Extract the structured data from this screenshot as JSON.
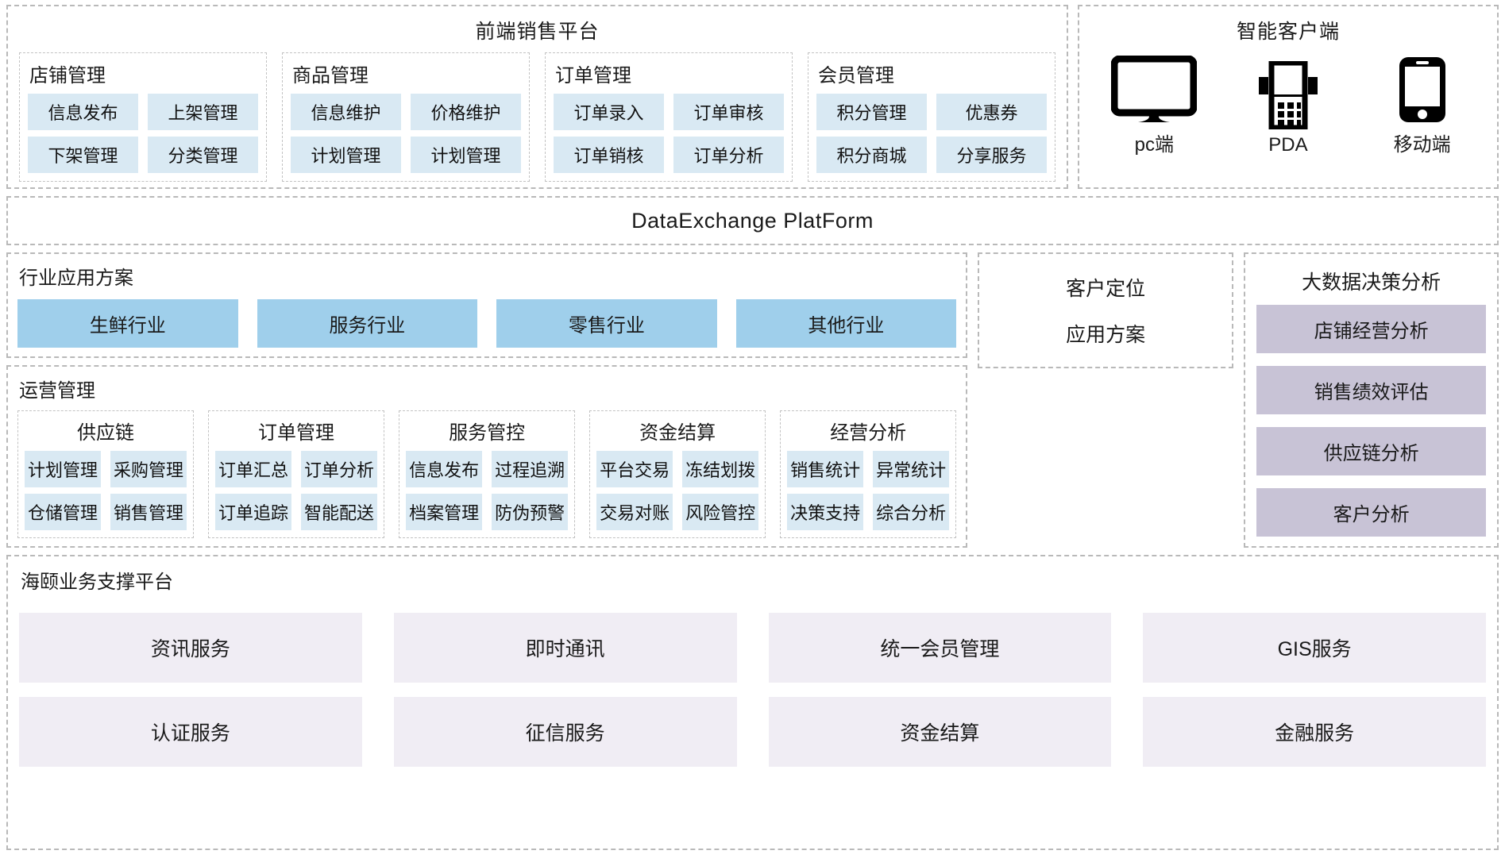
{
  "frontend": {
    "title": "前端销售平台",
    "groups": [
      {
        "title": "店铺管理",
        "items": [
          "信息发布",
          "上架管理",
          "下架管理",
          "分类管理"
        ]
      },
      {
        "title": "商品管理",
        "items": [
          "信息维护",
          "价格维护",
          "计划管理",
          "计划管理"
        ]
      },
      {
        "title": "订单管理",
        "items": [
          "订单录入",
          "订单审核",
          "订单销核",
          "订单分析"
        ]
      },
      {
        "title": "会员管理",
        "items": [
          "积分管理",
          "优惠券",
          "积分商城",
          "分享服务"
        ]
      }
    ]
  },
  "clients": {
    "title": "智能客户端",
    "devices": [
      {
        "icon": "monitor-icon",
        "label": "pc端"
      },
      {
        "icon": "pda-icon",
        "label": "PDA"
      },
      {
        "icon": "smartphone-icon",
        "label": "移动端"
      }
    ]
  },
  "dataexchange": {
    "title": "DataExchange  PlatForm"
  },
  "industry": {
    "title": "行业应用方案",
    "items": [
      "生鲜行业",
      "服务行业",
      "零售行业",
      "其他行业"
    ]
  },
  "customer": {
    "line1": "客户定位",
    "line2": "应用方案"
  },
  "bigdata": {
    "title": "大数据决策分析",
    "items": [
      "店铺经营分析",
      "销售绩效评估",
      "供应链分析",
      "客户分析"
    ]
  },
  "operations": {
    "title": "运营管理",
    "groups": [
      {
        "title": "供应链",
        "items": [
          "计划管理",
          "采购管理",
          "仓储管理",
          "销售管理"
        ]
      },
      {
        "title": "订单管理",
        "items": [
          "订单汇总",
          "订单分析",
          "订单追踪",
          "智能配送"
        ]
      },
      {
        "title": "服务管控",
        "items": [
          "信息发布",
          "过程追溯",
          "档案管理",
          "防伪预警"
        ]
      },
      {
        "title": "资金结算",
        "items": [
          "平台交易",
          "冻结划拨",
          "交易对账",
          "风险管控"
        ]
      },
      {
        "title": "经营分析",
        "items": [
          "销售统计",
          "异常统计",
          "决策支持",
          "综合分析"
        ]
      }
    ]
  },
  "support": {
    "title": "海颐业务支撑平台",
    "items": [
      "资讯服务",
      "即时通讯",
      "统一会员管理",
      "GIS服务",
      "认证服务",
      "征信服务",
      "资金结算",
      "金融服务"
    ]
  },
  "colors": {
    "chip_blue": "#d9e9f3",
    "industry_blue": "#9fcfeb",
    "bigdata_purple": "#c8c3d6",
    "support_lavender": "#f0edf4",
    "border_dashed": "#b9b9b9"
  }
}
